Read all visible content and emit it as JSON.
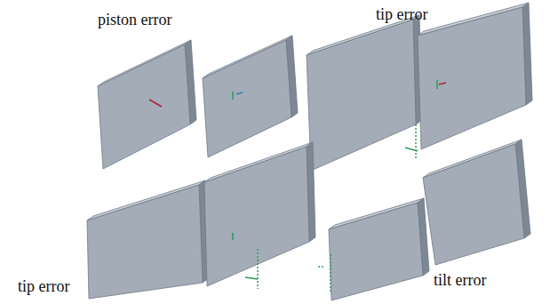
{
  "diagram": {
    "labels": [
      "piston error",
      "tip error",
      "tip error",
      "tilt error"
    ]
  }
}
